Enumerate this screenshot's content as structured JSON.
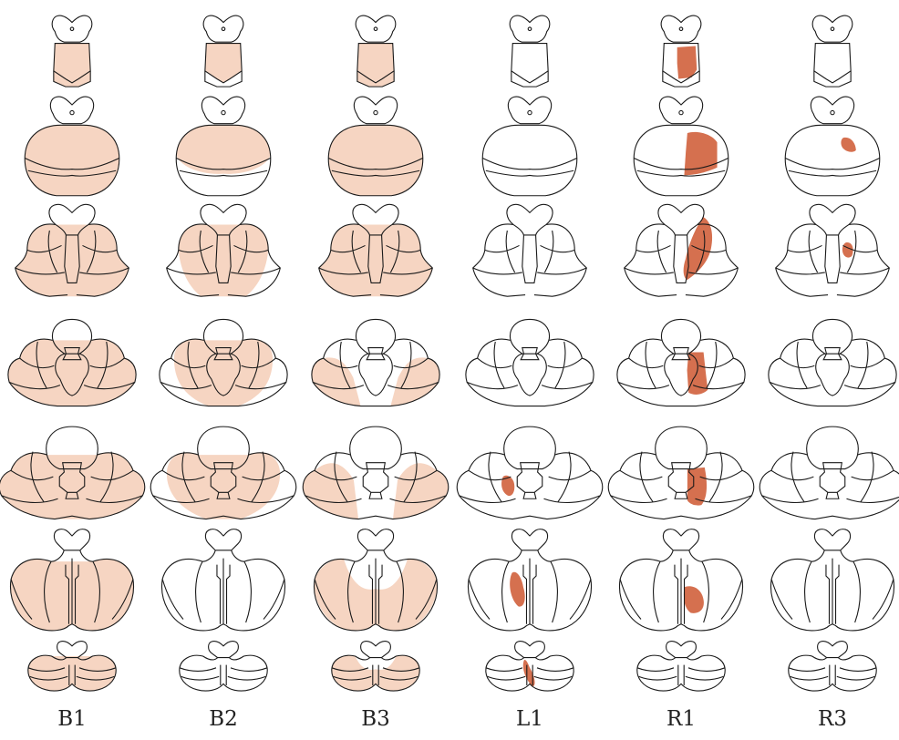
{
  "figure": {
    "outline_color": "#1a1a1a",
    "light_fill": "#f6d5c2",
    "dark_fill": "#d5704f",
    "background": "#ffffff"
  },
  "columns": [
    {
      "label": "B1",
      "shading": "light",
      "region": "bilateral-most"
    },
    {
      "label": "B2",
      "shading": "light",
      "region": "bilateral-outer"
    },
    {
      "label": "B3",
      "shading": "light",
      "region": "bilateral-variable"
    },
    {
      "label": "L1",
      "shading": "dark",
      "region": "left-lesion"
    },
    {
      "label": "R1",
      "shading": "dark",
      "region": "right-lesion"
    },
    {
      "label": "R3",
      "shading": "dark",
      "region": "right-small-lesion"
    }
  ],
  "levels": 7
}
